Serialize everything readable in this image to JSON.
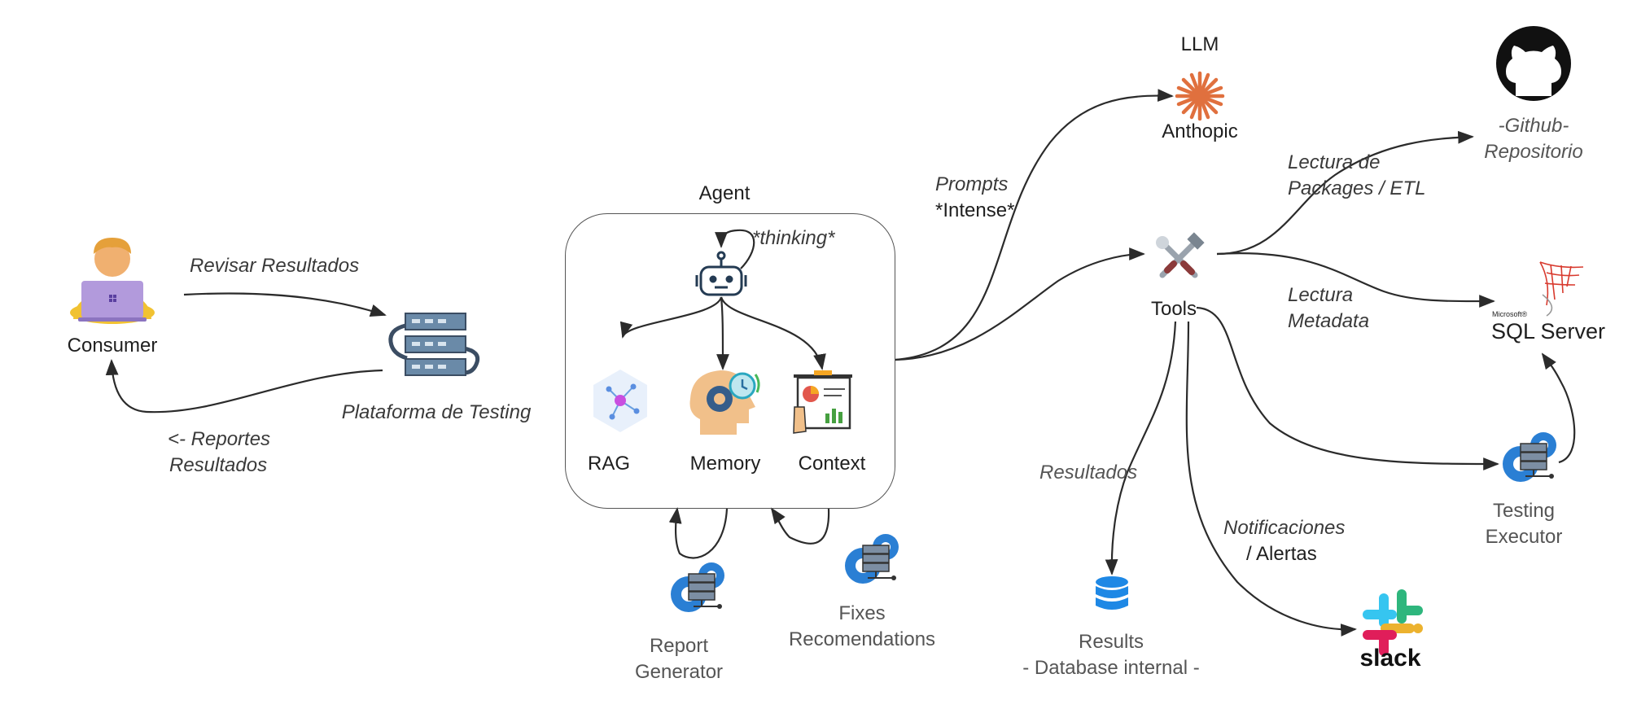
{
  "consumer": {
    "label": "Consumer"
  },
  "edge_labels": {
    "revisar": "Revisar Resultados",
    "reportes_line1": "<- Reportes",
    "reportes_line2": "Resultados",
    "prompts_line1": "Prompts",
    "prompts_line2": "*Intense*",
    "lectura_packages_line1": "Lectura de",
    "lectura_packages_line2": "Packages / ETL",
    "lectura_metadata_line1": "Lectura",
    "lectura_metadata_line2": "Metadata",
    "resultados": "Resultados",
    "notificaciones_line1": "Notificaciones",
    "notificaciones_line2": "/ Alertas",
    "thinking": "*thinking*"
  },
  "plataforma": {
    "label": "Plataforma de Testing"
  },
  "agent": {
    "title": "Agent",
    "components": [
      "RAG",
      "Memory",
      "Context"
    ]
  },
  "report_generator": {
    "line1": "Report",
    "line2": "Generator"
  },
  "fixes": {
    "line1": "Fixes",
    "line2": "Recomendations"
  },
  "llm": {
    "title": "LLM",
    "provider": "Anthopic"
  },
  "tools": {
    "label": "Tools"
  },
  "github": {
    "line1": "-Github-",
    "line2": "Repositorio"
  },
  "sql_server": {
    "small": "Microsoft®",
    "label": "SQL Server"
  },
  "testing_executor": {
    "line1": "Testing",
    "line2": "Executor"
  },
  "results_db": {
    "line1": "Results",
    "line2": "- Database internal -"
  },
  "slack": {
    "label": "slack"
  },
  "colors": {
    "server_blue": "#5a7a96",
    "gear_blue": "#2a7fd4",
    "anthropic_orange": "#e0703e",
    "db_blue": "#1e88e5",
    "edge": "#2b2b2b"
  }
}
